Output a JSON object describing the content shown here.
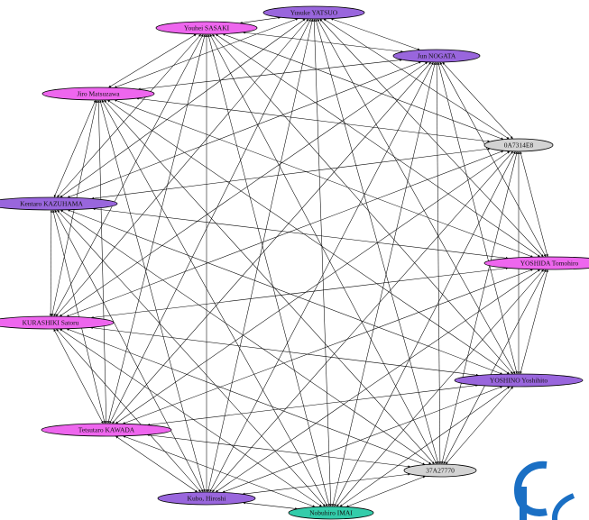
{
  "graph": {
    "nodes": [
      {
        "id": "n0",
        "label": "Yusuke YATSUO",
        "fill": "#9966dd"
      },
      {
        "id": "n1",
        "label": "Youhei SASAKI",
        "fill": "#ee66ee"
      },
      {
        "id": "n2",
        "label": "Jun NOGATA",
        "fill": "#9966dd"
      },
      {
        "id": "n3",
        "label": "Jiro Matsuzawa",
        "fill": "#ee66ee"
      },
      {
        "id": "n4",
        "label": "0A7314E8",
        "fill": "#d3d3d3"
      },
      {
        "id": "n5",
        "label": "Kentaro KAZUHAMA",
        "fill": "#9966dd"
      },
      {
        "id": "n6",
        "label": "YOSHIDA Tomohiro",
        "fill": "#ee66ee"
      },
      {
        "id": "n7",
        "label": "KURASHIKI Satoru",
        "fill": "#ee66ee"
      },
      {
        "id": "n8",
        "label": "YOSHINO Yoshihito",
        "fill": "#9966dd"
      },
      {
        "id": "n9",
        "label": "Tetsutaro KAWADA",
        "fill": "#ee66ee"
      },
      {
        "id": "n10",
        "label": "37A27770",
        "fill": "#d3d3d3"
      },
      {
        "id": "n11",
        "label": "Kubo, Hiroshi",
        "fill": "#9966dd"
      },
      {
        "id": "n12",
        "label": "Nobuhiro IMAI",
        "fill": "#33ccaa"
      }
    ],
    "edges": "all-pairs-bidirectional"
  },
  "logo": {
    "name": "debian-logo-icon",
    "color": "#1a6fc4"
  }
}
